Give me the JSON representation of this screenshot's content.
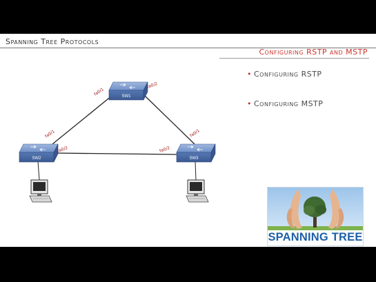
{
  "header": {
    "title": "Spanning Tree Protocols",
    "section": "Configuring RSTP and MSTP"
  },
  "bullets": [
    "Configuring RSTP",
    "Configuring MSTP"
  ],
  "diagram": {
    "switches": [
      {
        "id": "sw1",
        "label": "SW1"
      },
      {
        "id": "sw2",
        "label": "SW2"
      },
      {
        "id": "sw3",
        "label": "SW3"
      }
    ],
    "ports": {
      "sw1_left": "fa0/1",
      "sw1_right": "fa0/2",
      "sw2_top": "fa0/1",
      "sw2_right": "fa0/2",
      "sw3_left": "fa0/2",
      "sw3_top": "fa0/1"
    }
  },
  "banner": {
    "text": "SPANNING TREE"
  },
  "colors": {
    "accent_red": "#c8342c",
    "switch_blue": "#5a7db8",
    "banner_blue": "#1f5fa7"
  }
}
